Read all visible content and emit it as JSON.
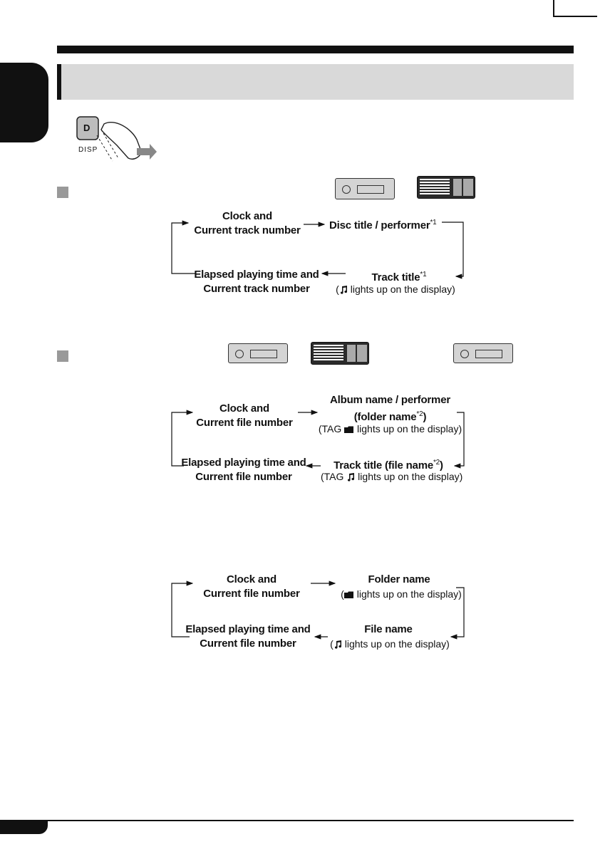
{
  "button": {
    "key_letter": "D",
    "key_label": "DISP"
  },
  "section_cd": {
    "items": {
      "clock": [
        "Clock and",
        "Current track number"
      ],
      "disc_title": "Disc title / performer",
      "disc_title_note": "*1",
      "track_title": "Track title",
      "track_title_note": "*1",
      "track_title_sub_pre": "(",
      "track_title_sub_post": " lights up on the display)",
      "elapsed": [
        "Elapsed playing time and",
        "Current track number"
      ]
    }
  },
  "section_tag": {
    "items": {
      "clock": [
        "Clock and",
        "Current file number"
      ],
      "album": "Album name / performer",
      "album_sub_pre": "(folder name",
      "album_sub_note": "*2",
      "album_sub_post": ")",
      "album_note_pre": "(TAG ",
      "album_note_post": " lights up on the display)",
      "track_pre": "Track title (file name",
      "track_note": "*2",
      "track_post": ")",
      "track_sub_pre": "(TAG ",
      "track_sub_post": " lights up on the display)",
      "elapsed": [
        "Elapsed playing time and",
        "Current file number"
      ]
    }
  },
  "section_file": {
    "items": {
      "clock": [
        "Clock and",
        "Current file number"
      ],
      "folder": "Folder name",
      "folder_sub_pre": "(",
      "folder_sub_post": " lights up on the display)",
      "file": "File name",
      "file_sub_pre": "(",
      "file_sub_post": " lights up on the display)",
      "elapsed": [
        "Elapsed playing time and",
        "Current file number"
      ]
    }
  },
  "icons": {
    "note": "music-note-icon",
    "folder": "folder-icon"
  },
  "colors": {
    "black": "#111111",
    "header_gray": "#d9d9d9",
    "square_gray": "#999999",
    "device_gray": "#d4d4d4"
  }
}
